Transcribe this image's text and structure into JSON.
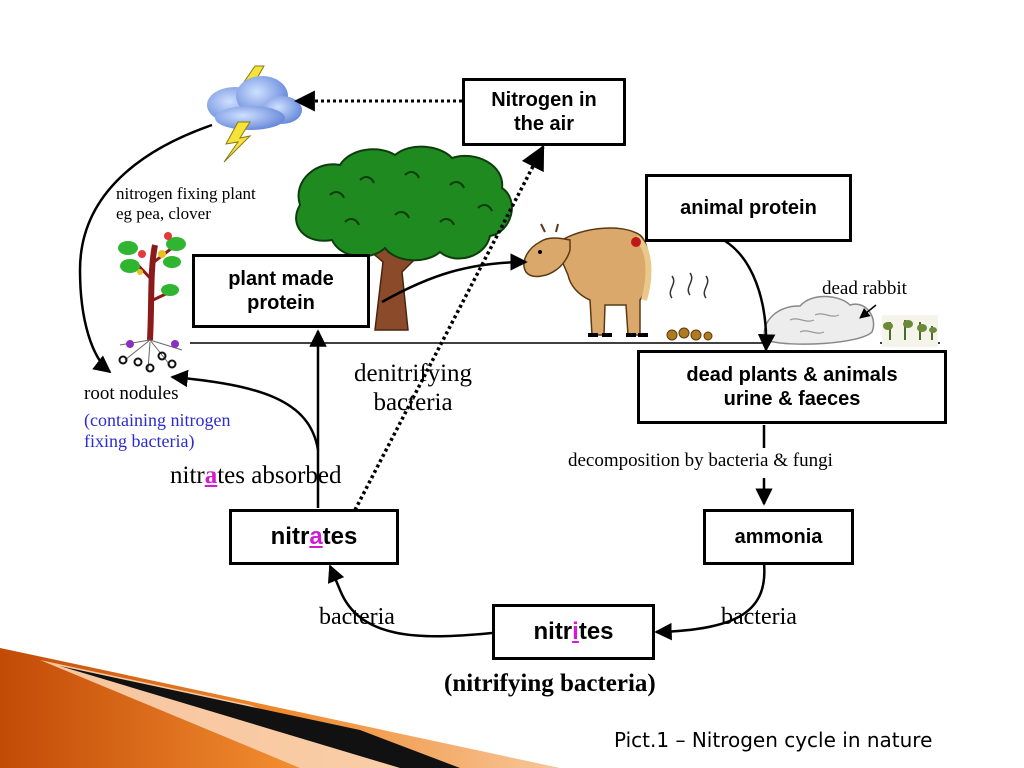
{
  "boxes": {
    "nitrogen_air": [
      "Nitrogen in",
      "the air"
    ],
    "animal_protein": "animal protein",
    "plant_protein": [
      "plant made",
      "protein"
    ],
    "dead": [
      "dead plants & animals",
      "urine & faeces"
    ],
    "nitrates": {
      "before": "nitr",
      "highlight": "a",
      "after": "tes"
    },
    "ammonia": "ammonia",
    "nitrites": {
      "before": "nitr",
      "highlight": "i",
      "after": "tes"
    }
  },
  "labels": {
    "fixing_plant": [
      "nitrogen fixing plant",
      "eg pea, clover"
    ],
    "root_nodules": "root nodules",
    "root_nodules_note": [
      "(containing nitrogen",
      "fixing bacteria)"
    ],
    "denitrifying": [
      "denitrifying",
      "bacteria"
    ],
    "nitrates_absorbed": {
      "before": "nitr",
      "highlight": "a",
      "after": "tes absorbed"
    },
    "dead_rabbit": "dead rabbit",
    "decomposition": "decomposition by bacteria & fungi",
    "bacteria_left": "bacteria",
    "bacteria_right": "bacteria",
    "nitrifying": "(nitrifying bacteria)"
  },
  "caption": "Pict.1 – Nitrogen cycle in nature",
  "colors": {
    "highlight": "#d21ad2",
    "blue_text": "#2b2bd0",
    "slide_orange": "#e8781e"
  }
}
